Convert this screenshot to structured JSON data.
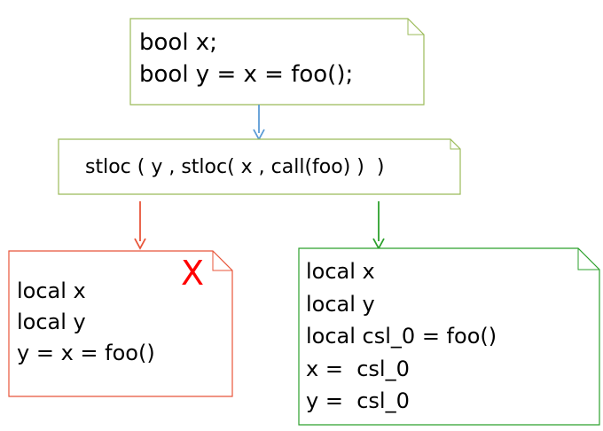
{
  "source_box": {
    "lines": [
      "bool x;",
      "bool y = x = foo();"
    ]
  },
  "ast_box": {
    "text": "stloc ( y , stloc( x , call(foo) )  )"
  },
  "wrong_box": {
    "mark": "X",
    "lines": [
      "local x",
      "local y",
      "y = x = foo()"
    ]
  },
  "right_box": {
    "lines": [
      "local x",
      "local y",
      "local csl_0 = foo()",
      "x =  csl_0",
      "y =  csl_0"
    ]
  },
  "colors": {
    "olive_border": "#9bbb59",
    "blue_arrow": "#5b9bd5",
    "red": "#ff0000",
    "red_border": "#e8553a",
    "green": "#2ca02c"
  }
}
